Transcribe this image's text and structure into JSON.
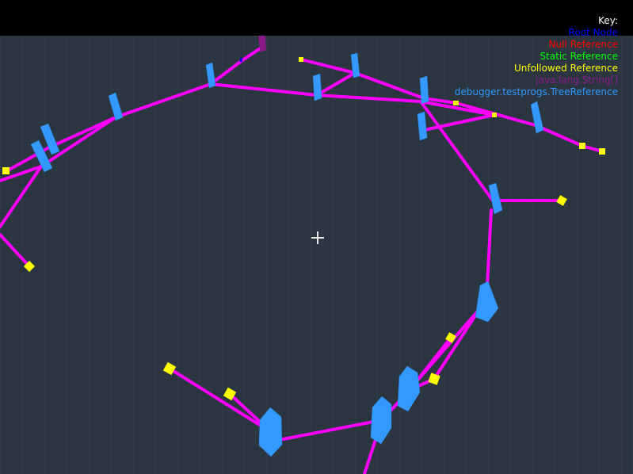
{
  "legend": {
    "title": "Key:",
    "entries": [
      {
        "label": "Root Node",
        "color": "#0000ff"
      },
      {
        "label": "Null Reference",
        "color": "#ff0000"
      },
      {
        "label": "Static Reference",
        "color": "#00ff00"
      },
      {
        "label": "Unfollowed Reference",
        "color": "#ffff00"
      },
      {
        "label": "java.lang.String[]",
        "color": "#8b1a8b"
      },
      {
        "label": "debugger.testprogs.TreeReference",
        "color": "#3399ff"
      }
    ]
  },
  "colors": {
    "background": "#2a3540",
    "grid": "#33404c",
    "edge": "#ff00ff",
    "tree_node": "#3399ff",
    "unfollowed_node": "#ffff00",
    "string_array_node": "#8b1a8b",
    "top_bar": "#000000"
  },
  "icons": {
    "crosshair": "crosshair-icon"
  }
}
